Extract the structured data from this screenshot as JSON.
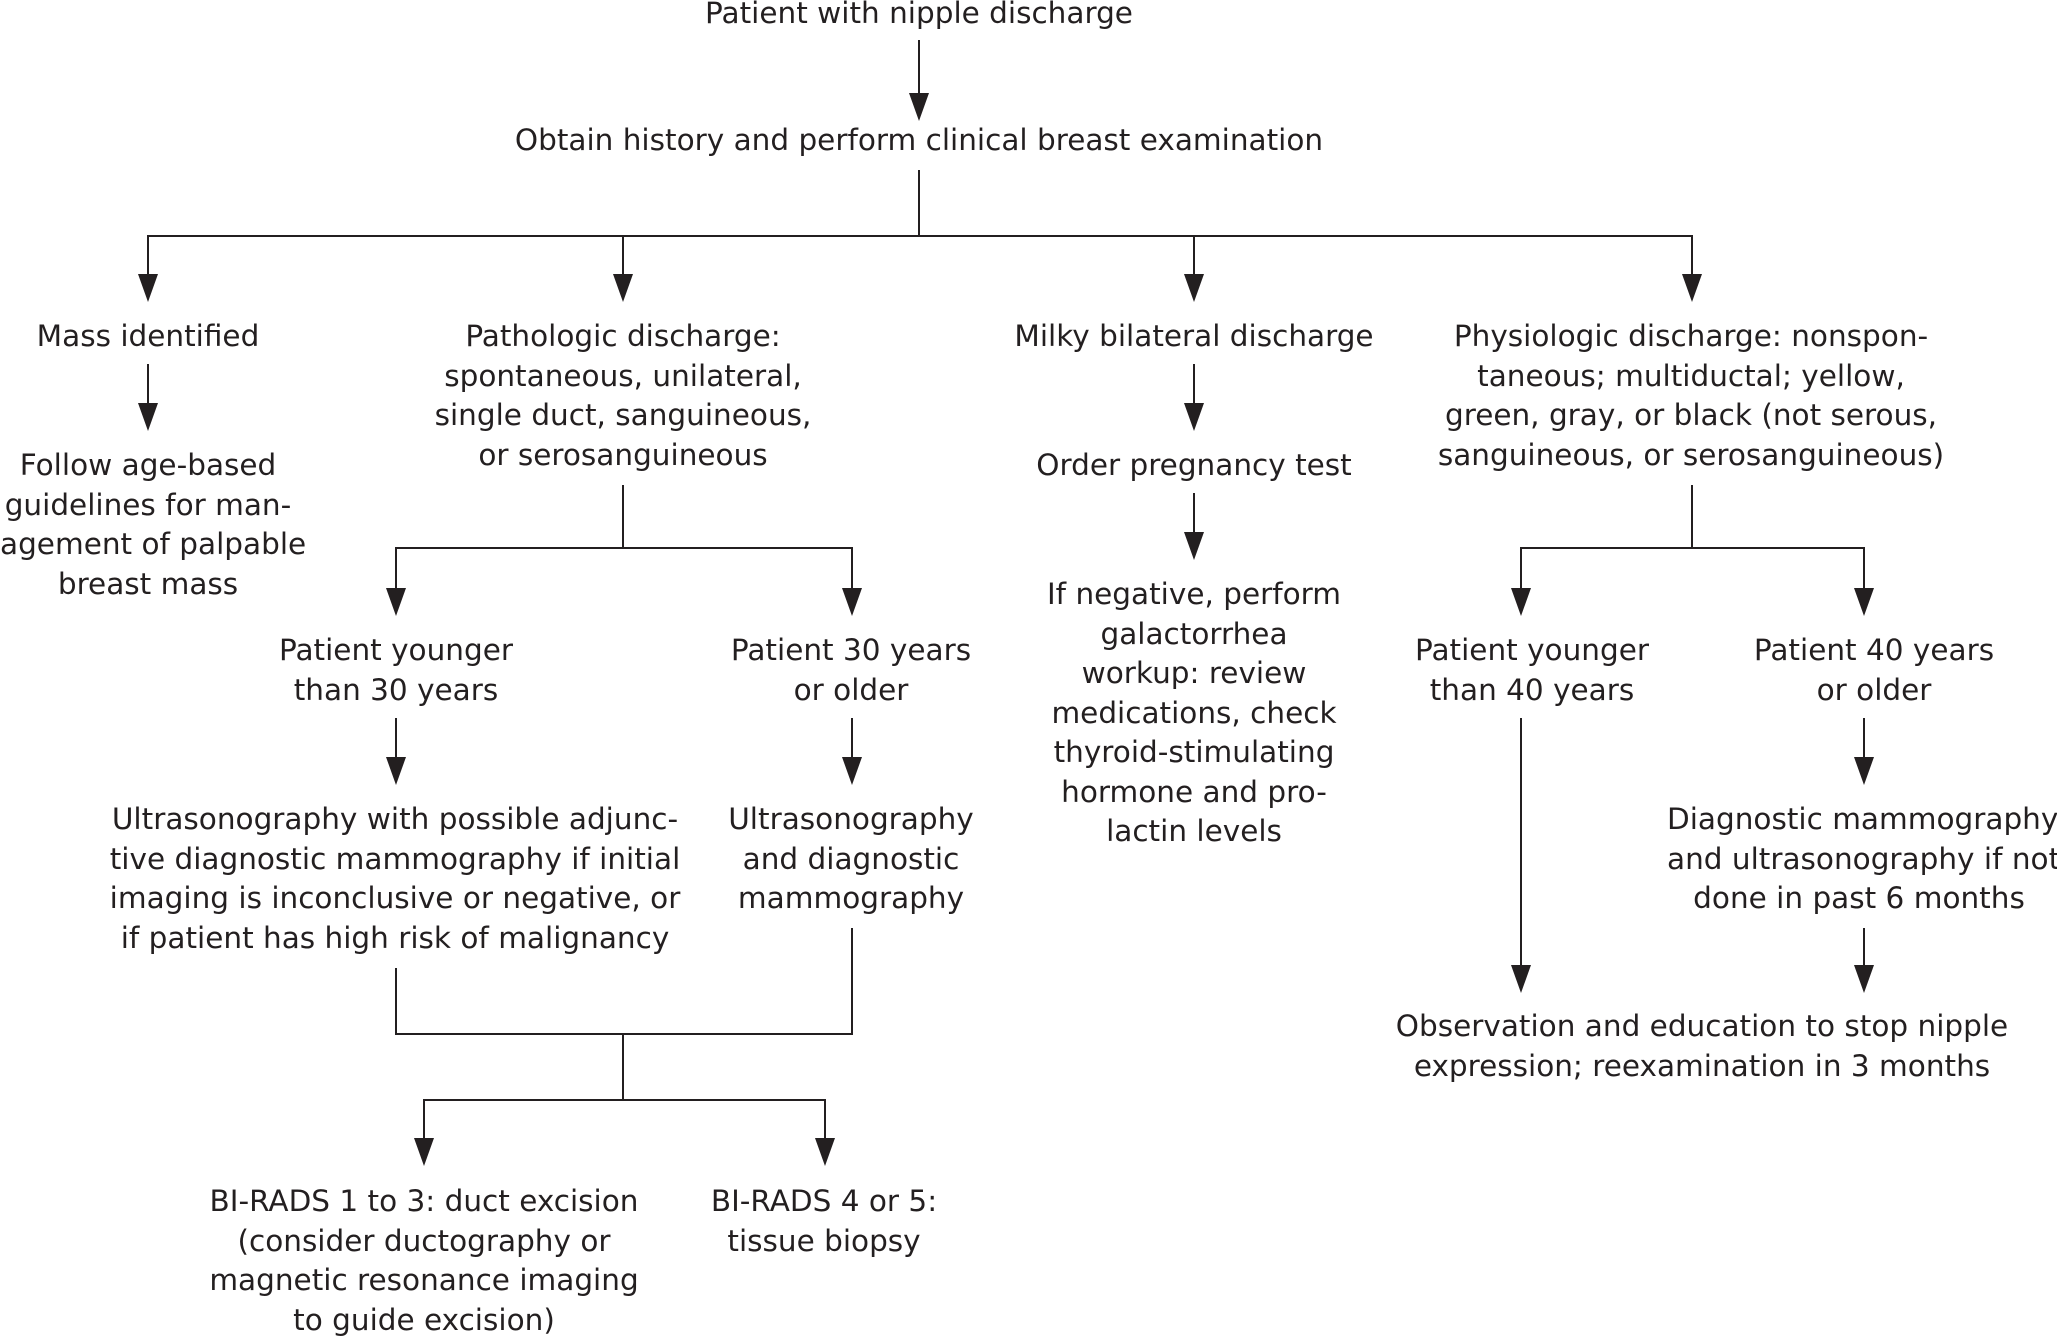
{
  "nodes": {
    "start": [
      "Patient with nipple discharge"
    ],
    "history": [
      "Obtain history and perform clinical breast examination"
    ],
    "mass": [
      "Mass identified"
    ],
    "mass_followup": [
      "Follow age-based",
      "guidelines for man-",
      "agement of palpable",
      "breast mass"
    ],
    "pathologic": [
      "Pathologic discharge:",
      "spontaneous, unilateral,",
      "single duct, sanguineous,",
      "or serosanguineous"
    ],
    "path_young": [
      "Patient younger",
      "than 30 years"
    ],
    "path_older": [
      "Patient 30 years",
      "or older"
    ],
    "path_young_img": [
      "Ultrasonography with possible adjunc-",
      "tive diagnostic mammography if initial",
      "imaging is inconclusive or negative, or",
      "if patient has high risk of malignancy"
    ],
    "path_older_img": [
      "Ultrasonography",
      "and diagnostic",
      "mammography"
    ],
    "birads_low": [
      "BI-RADS 1 to 3: duct excision",
      "(consider ductography or",
      "magnetic resonance imaging",
      "to guide excision)"
    ],
    "birads_high": [
      "BI-RADS 4 or 5:",
      "tissue biopsy"
    ],
    "milky": [
      "Milky bilateral discharge"
    ],
    "pregnancy": [
      "Order pregnancy test"
    ],
    "galactorrhea": [
      "If negative, perform",
      "galactorrhea",
      "workup: review",
      "medications, check",
      "thyroid-stimulating",
      "hormone and pro-",
      "lactin levels"
    ],
    "physiologic": [
      "Physiologic discharge: nonspon-",
      "taneous; multiductal; yellow,",
      "green, gray, or black (not serous,",
      "sanguineous, or serosanguineous)"
    ],
    "phys_young": [
      "Patient younger",
      "than 40 years"
    ],
    "phys_older": [
      "Patient 40 years",
      "or older"
    ],
    "phys_older_img": [
      "Diagnostic mammography",
      "and ultrasonography if not",
      "done in past 6 months"
    ],
    "observation": [
      "Observation and education to stop nipple",
      "expression; reexamination in 3 months"
    ]
  }
}
